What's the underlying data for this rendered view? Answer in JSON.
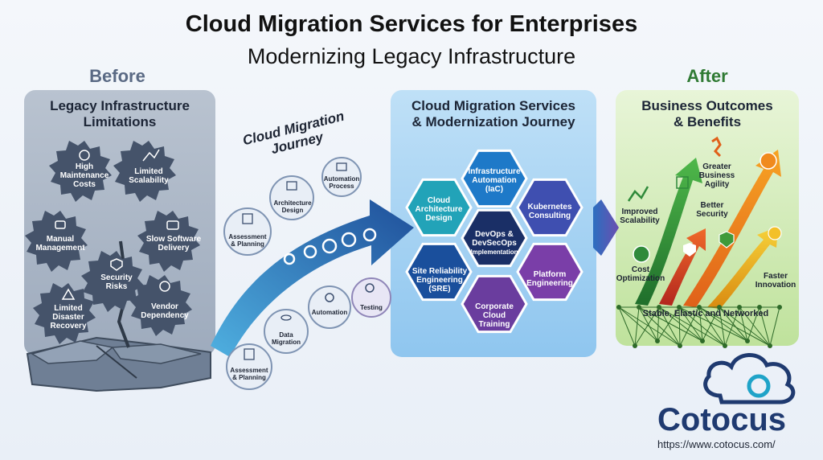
{
  "header": {
    "title": "Cloud Migration Services for Enterprises",
    "subtitle": "Modernizing Legacy Infrastructure"
  },
  "before_label": "Before",
  "after_label": "After",
  "legacy": {
    "title_line1": "Legacy Infrastructure",
    "title_line2": "Limitations",
    "items": [
      {
        "l1": "High",
        "l2": "Maintenance",
        "l3": "Costs",
        "icon": "dollar-hand-icon"
      },
      {
        "l1": "Limited",
        "l2": "Scalability",
        "l3": "",
        "icon": "scale-arrows-icon"
      },
      {
        "l1": "Manual",
        "l2": "Management",
        "l3": "",
        "icon": "hand-icon"
      },
      {
        "l1": "Slow Software",
        "l2": "Delivery",
        "l3": "",
        "icon": "clock-window-icon"
      },
      {
        "l1": "Security",
        "l2": "Risks",
        "l3": "",
        "icon": "shield-icon"
      },
      {
        "l1": "Limited",
        "l2": "Disaster",
        "l3": "Recovery",
        "icon": "warning-icon"
      },
      {
        "l1": "Vendor",
        "l2": "Dependency",
        "l3": "",
        "icon": "lock-icon"
      }
    ]
  },
  "journey": {
    "label_line1": "Cloud Migration",
    "label_line2": "Journey",
    "steps": [
      {
        "l1": "Assessment",
        "l2": "& Planning",
        "icon": "search-doc-icon"
      },
      {
        "l1": "Architecture",
        "l2": "Design",
        "icon": "blueprint-icon"
      },
      {
        "l1": "Automation",
        "l2": "Process",
        "icon": "automation-icon"
      },
      {
        "l1": "Testing",
        "l2": "",
        "icon": "magnifier-icon"
      },
      {
        "l1": "Automation",
        "l2": "",
        "icon": "gear-icon"
      },
      {
        "l1": "Data",
        "l2": "Migration",
        "icon": "database-icon"
      },
      {
        "l1": "Assessment",
        "l2": "& Planning",
        "icon": "clipboard-icon"
      }
    ]
  },
  "cloud": {
    "title_line1": "Cloud Migration Services",
    "title_line2": "& Modernization Journey",
    "hexes": [
      {
        "l1": "Infrastructure",
        "l2": "Automation",
        "l3": "(IaC)",
        "color": "#1e79c8",
        "icon": "cloud-network-icon"
      },
      {
        "l1": "Cloud",
        "l2": "Architecture",
        "l3": "Design",
        "color": "#22a3b8",
        "icon": "cloud-icon"
      },
      {
        "l1": "Kubernetes",
        "l2": "Consulting",
        "l3": "",
        "color": "#3f4fb0",
        "icon": "kubernetes-icon"
      },
      {
        "l1": "DevOps &",
        "l2": "DevSecOps",
        "l3": "Implementation",
        "color": "#1a2f66",
        "icon": "infinity-icon"
      },
      {
        "l1": "Site Reliability",
        "l2": "Engineering",
        "l3": "(SRE)",
        "color": "#1a4f9c",
        "icon": "gear-cycle-icon"
      },
      {
        "l1": "Platform",
        "l2": "Engineering",
        "l3": "",
        "color": "#7a3ea8",
        "icon": "stack-icon"
      },
      {
        "l1": "Corporate",
        "l2": "Cloud",
        "l3": "Training",
        "color": "#6a3d9e",
        "icon": "presentation-icon"
      }
    ]
  },
  "outcomes": {
    "title_line1": "Business Outcomes",
    "title_line2": "& Benefits",
    "items": [
      {
        "l1": "Improved",
        "l2": "Scalability",
        "icon": "growth-arrows-icon"
      },
      {
        "l1": "Greater",
        "l2": "Business",
        "l3": "Agility",
        "icon": "runner-icon"
      },
      {
        "l1": "Better",
        "l2": "Security",
        "icon": "shield-check-icon"
      },
      {
        "l1": "Cost",
        "l2": "Optimization",
        "icon": "dollar-coin-icon"
      },
      {
        "l1": "Faster",
        "l2": "Innovation",
        "icon": "lightbulb-icon"
      }
    ],
    "network_label": "Stable, Elastic and Networked"
  },
  "brand": {
    "name": "Cotocus",
    "url": "https://www.cotocus.com/"
  }
}
